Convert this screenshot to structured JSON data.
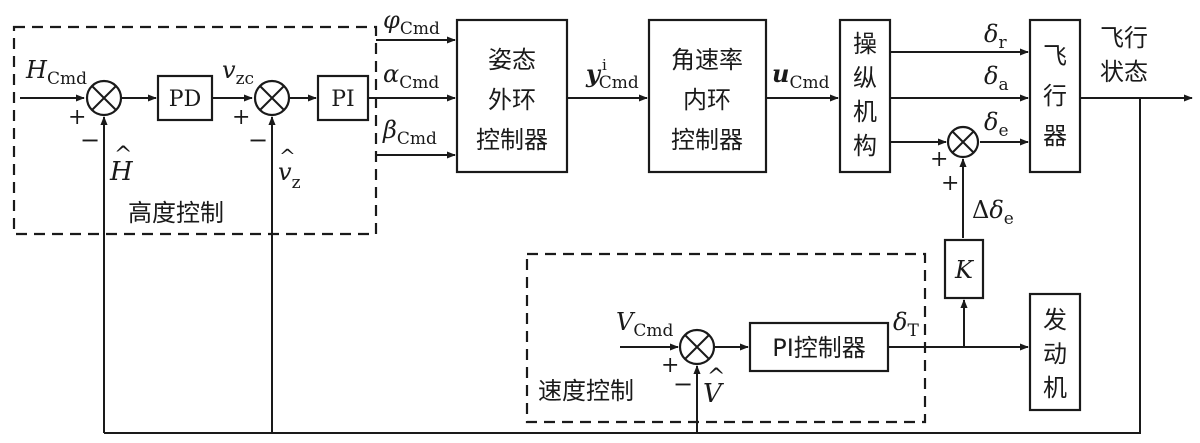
{
  "blocks": {
    "pd": "PD",
    "pi": "PI",
    "attitude_outer": [
      "姿态",
      "外环",
      "控制器"
    ],
    "rate_inner": [
      "角速率",
      "内环",
      "控制器"
    ],
    "actuator": [
      "操",
      "纵",
      "机",
      "构"
    ],
    "aircraft": [
      "飞",
      "行",
      "器"
    ],
    "k": "K",
    "pi_controller": "PI控制器",
    "engine": [
      "发",
      "动",
      "机"
    ]
  },
  "groups": {
    "altitude_control": "高度控制",
    "speed_control": "速度控制"
  },
  "signals": {
    "h_cmd": {
      "main": "H",
      "sub": "Cmd"
    },
    "h_hat": "H",
    "v_zc": {
      "main": "v",
      "sub": "zc"
    },
    "v_z_hat": {
      "main": "v",
      "sub": "z"
    },
    "phi_cmd": {
      "main": "φ",
      "sub": "Cmd"
    },
    "alpha_cmd": {
      "main": "α",
      "sub": "Cmd"
    },
    "beta_cmd": {
      "main": "β",
      "sub": "Cmd"
    },
    "y_cmd": {
      "main": "y",
      "sup": "i",
      "sub": "Cmd"
    },
    "u_cmd": {
      "main": "u",
      "sub": "Cmd"
    },
    "delta_r": {
      "main": "δ",
      "sub": "r"
    },
    "delta_a": {
      "main": "δ",
      "sub": "a"
    },
    "delta_e": {
      "main": "δ",
      "sub": "e"
    },
    "delta_delta_e": {
      "pre": "Δ",
      "main": "δ",
      "sub": "e"
    },
    "delta_t": {
      "main": "δ",
      "sub": "T"
    },
    "v_cmd": {
      "main": "V",
      "sub": "Cmd"
    },
    "v_hat": "V",
    "flight_state": [
      "飞行",
      "状态"
    ]
  },
  "signs": {
    "plus": "+",
    "minus": "−"
  },
  "symbols": {
    "sum": "⊗",
    "hat": "^"
  }
}
